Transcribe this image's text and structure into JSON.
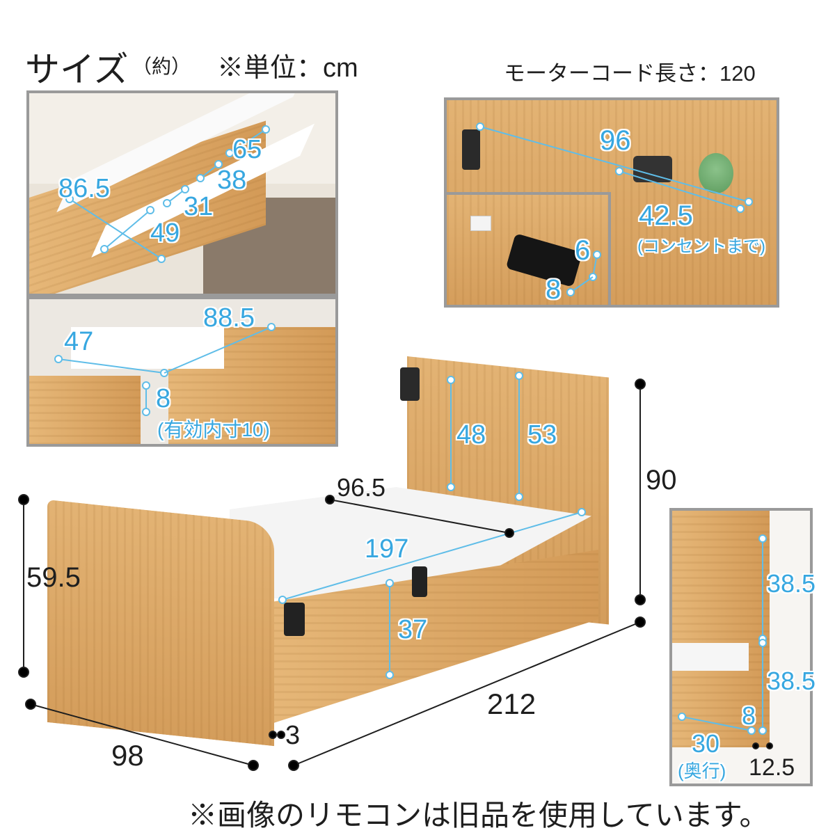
{
  "header": {
    "title": "サイズ",
    "approx": "（約）",
    "unit": "※単位：cm",
    "motor_cord": "モーターコード長さ：120"
  },
  "panel_slats": {
    "d1": "65",
    "d2": "38",
    "d3": "31",
    "d4": "86.5",
    "d5": "49"
  },
  "panel_drawer": {
    "depth": "47",
    "width": "88.5",
    "height": "8",
    "note": "(有効内寸10)"
  },
  "panel_headboard": {
    "width": "96",
    "outlet": "42.5",
    "outlet_note": "(コンセントまで)",
    "shelf_h": "6",
    "shelf_d": "8"
  },
  "panel_side": {
    "upper": "38.5",
    "lower": "38.5",
    "height": "8",
    "depth": "30",
    "depth_note": "(奥行)",
    "thickness": "12.5"
  },
  "main": {
    "inner_width": "96.5",
    "inner_length": "197",
    "head_low": "48",
    "head_high": "53",
    "height": "90",
    "foot_height": "59.5",
    "deck_height": "37",
    "clearance": "3",
    "length": "212",
    "width": "98"
  },
  "footer_note": "※画像のリモコンは旧品を使用しています。"
}
